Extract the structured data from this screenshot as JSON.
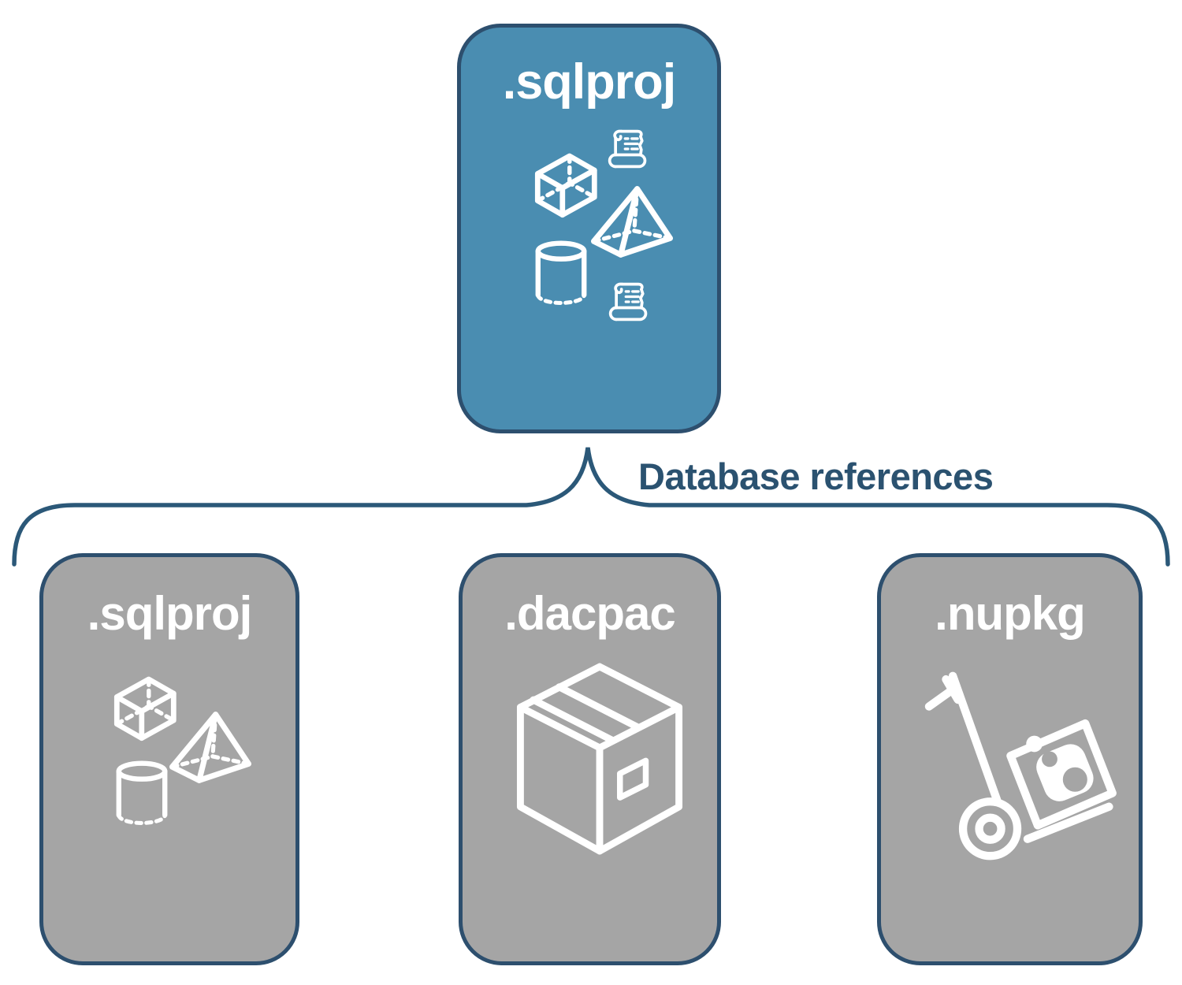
{
  "diagram": {
    "connector_label": "Database references",
    "parent_card": {
      "label": ".sqlproj",
      "icons": [
        "cube-icon",
        "scroll-icon",
        "pyramid-icon",
        "cylinder-icon",
        "scroll-icon"
      ]
    },
    "child_cards": [
      {
        "label": ".sqlproj",
        "icons": [
          "cube-icon",
          "pyramid-icon",
          "cylinder-icon"
        ]
      },
      {
        "label": ".dacpac",
        "icons": [
          "package-box-icon"
        ]
      },
      {
        "label": ".nupkg",
        "icons": [
          "hand-truck-icon"
        ]
      }
    ],
    "colors": {
      "parent_card_fill": "#4a8db1",
      "child_card_fill": "#a5a5a5",
      "card_border": "#2d4f6e",
      "connector_line": "#2b5878",
      "connector_label_text": "#2b5270",
      "icon_stroke": "#ffffff",
      "title_text": "#ffffff",
      "background": "#ffffff"
    }
  }
}
